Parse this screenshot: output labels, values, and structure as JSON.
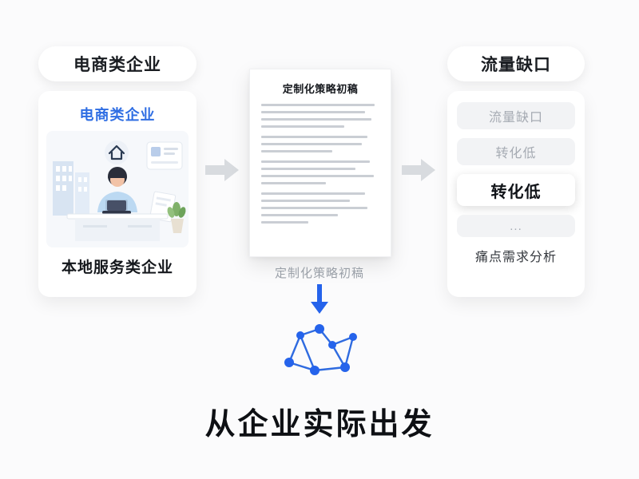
{
  "left": {
    "pill_label": "电商类企业",
    "card_title": "电商类企业",
    "card_footer": "本地服务类企业"
  },
  "center": {
    "doc_title": "定制化策略初稿",
    "caption": "定制化策略初稿"
  },
  "right": {
    "pill_label": "流量缺口",
    "items": [
      {
        "label": "流量缺口",
        "state": "muted"
      },
      {
        "label": "转化低",
        "state": "muted"
      },
      {
        "label": "转化低",
        "state": "active"
      },
      {
        "label": "...",
        "state": "muted"
      }
    ],
    "footer": "痛点需求分析"
  },
  "bottom": {
    "title": "从企业实际出发"
  },
  "icons": {
    "flow_arrow": "right-arrow-icon",
    "down_arrow": "down-arrow-icon",
    "network": "network-graph-icon",
    "illustration": "office-worker-illustration"
  },
  "colors": {
    "accent_blue": "#2563eb",
    "title_blue": "#2f6ee3",
    "muted_text": "#9aa0a8",
    "dark_text": "#0e1014",
    "arrow_gray": "#d8dbdf",
    "chip_bg": "#f2f3f5"
  }
}
